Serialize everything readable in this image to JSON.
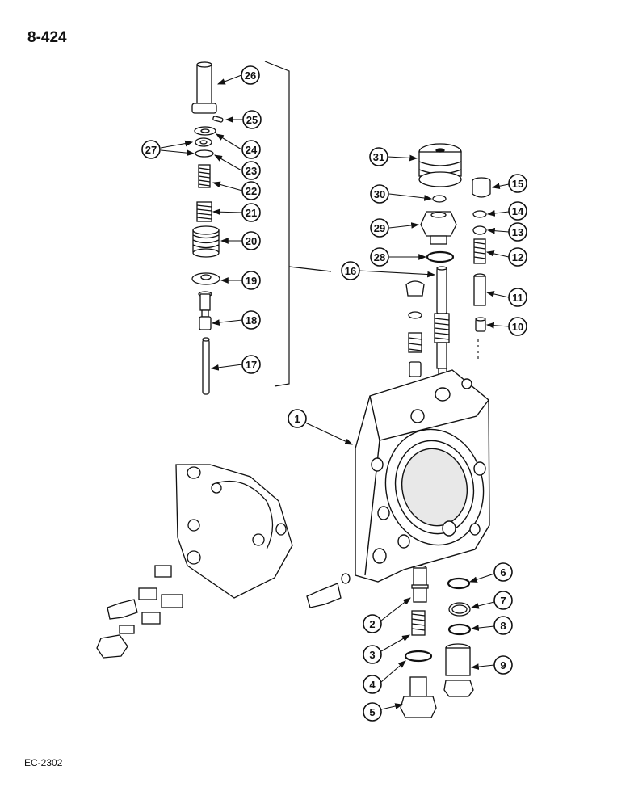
{
  "page": {
    "number": "8-424",
    "ref_code": "EC-2302"
  },
  "callouts": [
    "1",
    "2",
    "3",
    "4",
    "5",
    "6",
    "7",
    "8",
    "9",
    "10",
    "11",
    "12",
    "13",
    "14",
    "15",
    "16",
    "17",
    "18",
    "19",
    "20",
    "21",
    "22",
    "23",
    "24",
    "25",
    "26",
    "27",
    "28",
    "29",
    "30",
    "31"
  ]
}
